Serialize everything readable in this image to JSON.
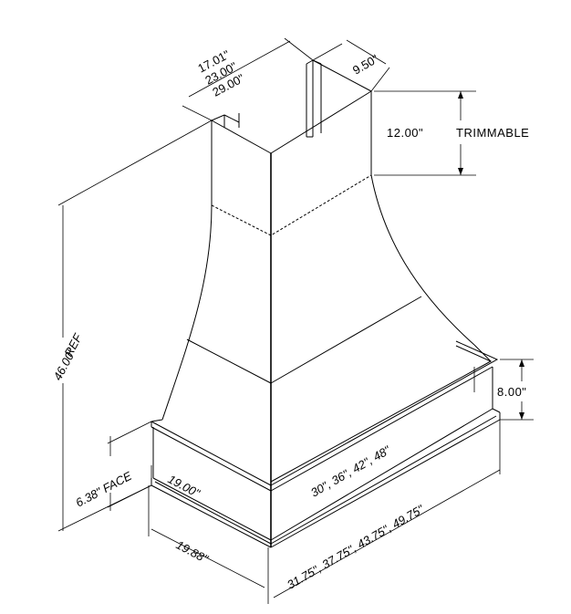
{
  "dimensions": {
    "chimney_widths": [
      "17.01\"",
      "23.00\"",
      "29.00\""
    ],
    "chimney_depth": "9.50\"",
    "trimmable_height": "12.00\"",
    "trimmable_label": "TRIMMABLE",
    "overall_height": "46.00\"",
    "overall_height_note": "REF",
    "face_height": "6.38\" FACE",
    "base_depth": "19.00\"",
    "base_widths": "30\", 36\", 42\", 48\"",
    "crown_height": "8.00\"",
    "outer_depth": "19.88\"",
    "outer_widths": "31.75\", 37.75\", 43.75\", 49.75\""
  }
}
